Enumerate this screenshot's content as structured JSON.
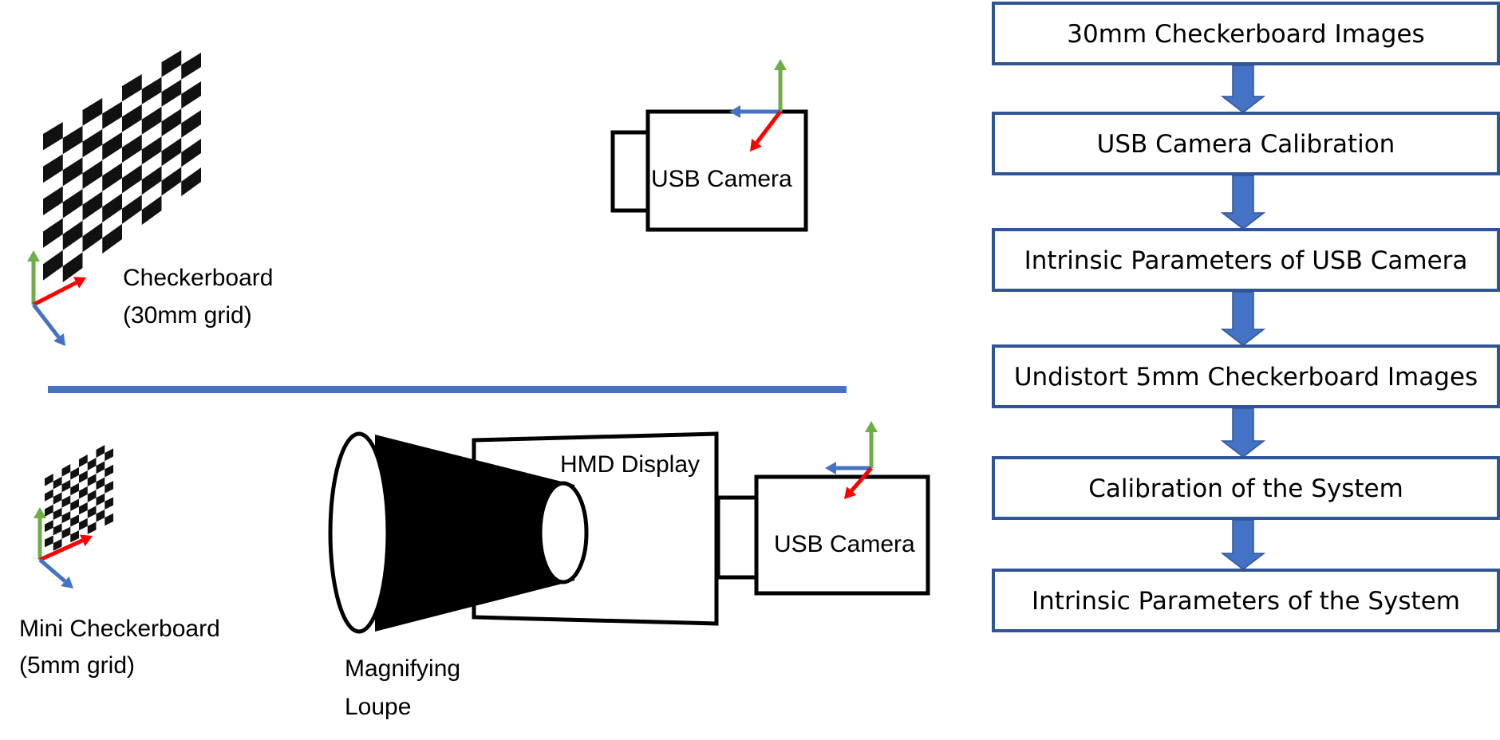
{
  "setup": {
    "checkerboard_label": "Checkerboard",
    "checkerboard_grid": "(30mm grid)",
    "usb_camera_top": "USB Camera",
    "mini_checkerboard_label": "Mini Checkerboard",
    "mini_checkerboard_grid": "(5mm grid)",
    "hmd_display": "HMD Display",
    "usb_camera_bottom": "USB Camera",
    "loupe_line1": "Magnifying",
    "loupe_line2": "Loupe"
  },
  "flowchart": {
    "steps": [
      "30mm Checkerboard Images",
      "USB Camera Calibration",
      "Intrinsic Parameters of USB Camera",
      "Undistort 5mm Checkerboard Images",
      "Calibration of the System",
      "Intrinsic Parameters of the System"
    ]
  },
  "colors": {
    "axis_x": "#FF0000",
    "axis_y": "#70AD47",
    "axis_z": "#4472C4",
    "box_border": "#2F5597",
    "arrow_fill": "#4472C4",
    "divider": "#4472C4"
  }
}
